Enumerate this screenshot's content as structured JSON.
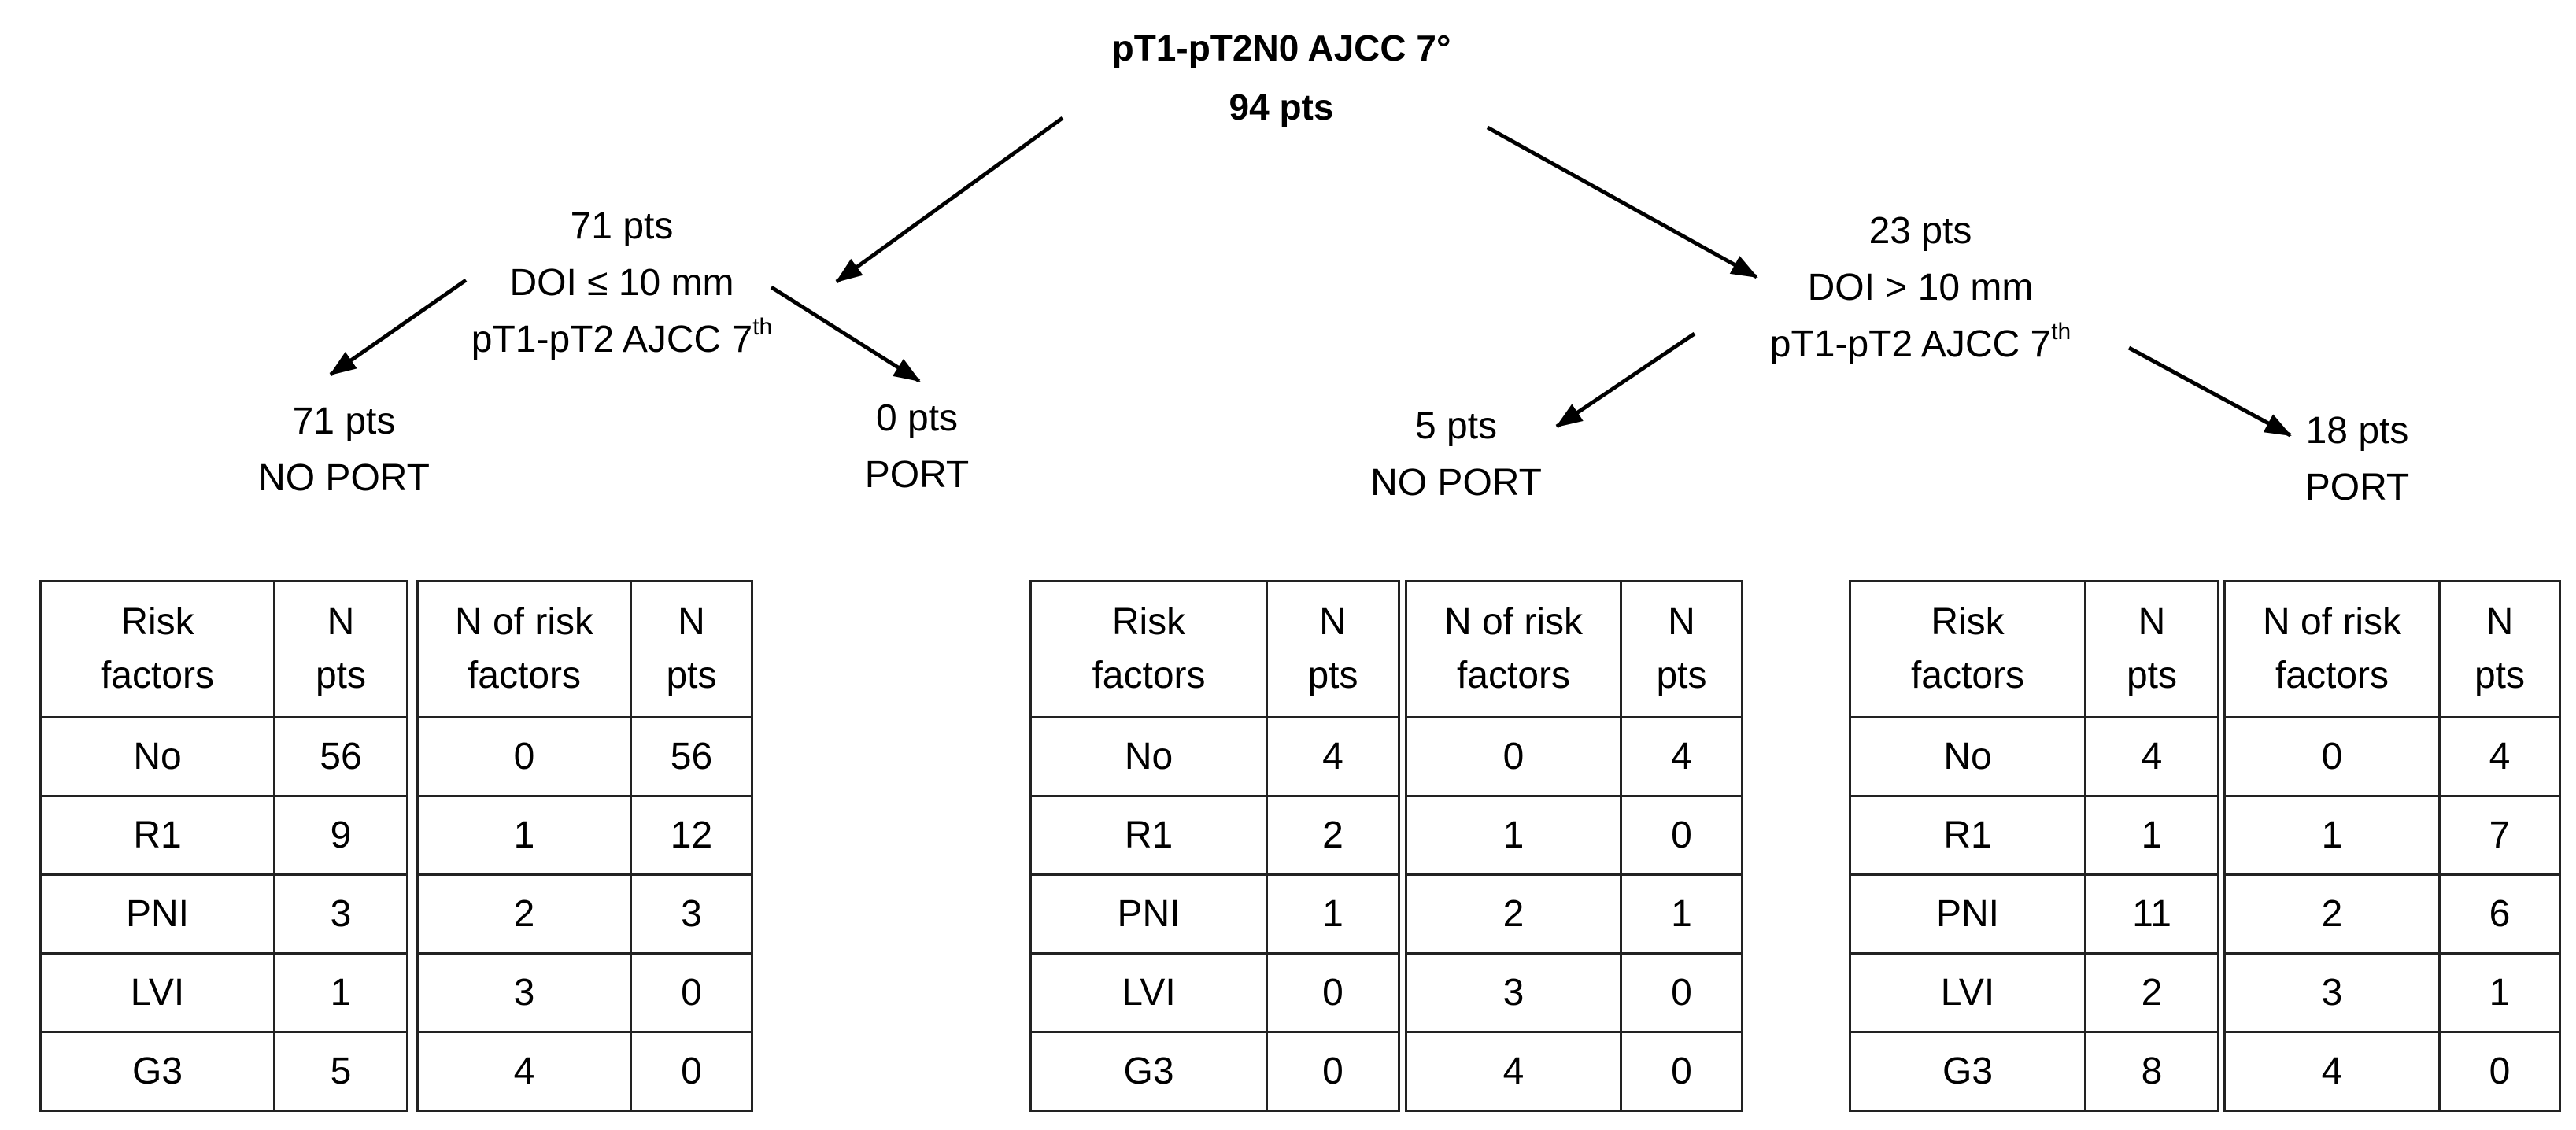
{
  "root": {
    "line1": "pT1-pT2N0 AJCC 7°",
    "line2": "94 pts"
  },
  "left": {
    "line1": "71 pts",
    "line2": "DOI ≤ 10 mm",
    "line3": "pT1-pT2 AJCC 7",
    "sup": "th",
    "leaf_no_port": {
      "count": "71 pts",
      "label": "NO PORT"
    },
    "leaf_port": {
      "count": "0 pts",
      "label": "PORT"
    }
  },
  "right": {
    "line1": "23 pts",
    "line2": "DOI > 10 mm",
    "line3": "pT1-pT2 AJCC 7",
    "sup": "th",
    "leaf_no_port": {
      "count": "5 pts",
      "label": "NO PORT"
    },
    "leaf_port": {
      "count": "18 pts",
      "label": "PORT"
    }
  },
  "headers": {
    "rf1": "Risk",
    "rf2": "factors",
    "n1": "N",
    "n2": "pts",
    "nrf1": "N of risk",
    "nrf2": "factors",
    "np1": "N",
    "np2": "pts"
  },
  "tables": [
    {
      "risk": [
        {
          "f": "No",
          "n": "56"
        },
        {
          "f": "R1",
          "n": "9"
        },
        {
          "f": "PNI",
          "n": "3"
        },
        {
          "f": "LVI",
          "n": "1"
        },
        {
          "f": "G3",
          "n": "5"
        }
      ],
      "count": [
        {
          "k": "0",
          "n": "56"
        },
        {
          "k": "1",
          "n": "12"
        },
        {
          "k": "2",
          "n": "3"
        },
        {
          "k": "3",
          "n": "0"
        },
        {
          "k": "4",
          "n": "0"
        }
      ]
    },
    {
      "risk": [
        {
          "f": "No",
          "n": "4"
        },
        {
          "f": "R1",
          "n": "2"
        },
        {
          "f": "PNI",
          "n": "1"
        },
        {
          "f": "LVI",
          "n": "0"
        },
        {
          "f": "G3",
          "n": "0"
        }
      ],
      "count": [
        {
          "k": "0",
          "n": "4"
        },
        {
          "k": "1",
          "n": "0"
        },
        {
          "k": "2",
          "n": "1"
        },
        {
          "k": "3",
          "n": "0"
        },
        {
          "k": "4",
          "n": "0"
        }
      ]
    },
    {
      "risk": [
        {
          "f": "No",
          "n": "4"
        },
        {
          "f": "R1",
          "n": "1"
        },
        {
          "f": "PNI",
          "n": "11"
        },
        {
          "f": "LVI",
          "n": "2"
        },
        {
          "f": "G3",
          "n": "8"
        }
      ],
      "count": [
        {
          "k": "0",
          "n": "4"
        },
        {
          "k": "1",
          "n": "7"
        },
        {
          "k": "2",
          "n": "6"
        },
        {
          "k": "3",
          "n": "1"
        },
        {
          "k": "4",
          "n": "0"
        }
      ]
    }
  ]
}
